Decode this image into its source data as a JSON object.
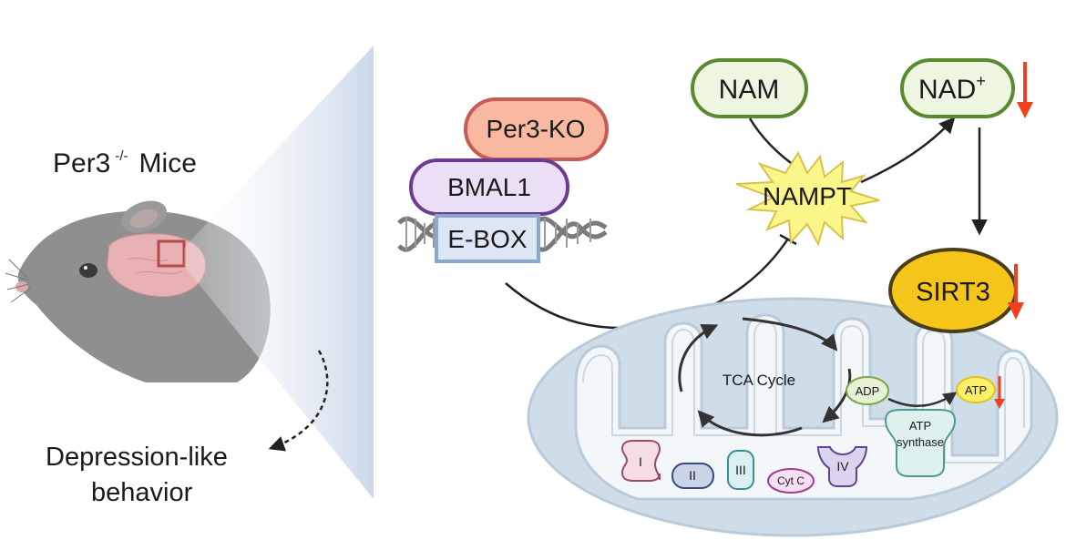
{
  "left_panel": {
    "title_prefix": "Per3",
    "title_superscript": "-/-",
    "title_suffix": "Mice",
    "outcome_line1": "Depression-like",
    "outcome_line2": "behavior"
  },
  "nucleus": {
    "knockout_label": "Per3-KO",
    "bmal_label": "BMAL1",
    "ebox_label": "E-BOX"
  },
  "metabolism": {
    "nam_label": "NAM",
    "nad_label": "NAD",
    "nad_superscript": "+",
    "nampt_label": "NAMPT",
    "sirt3_label": "SIRT3"
  },
  "mitochondrion": {
    "tca_label": "TCA Cycle",
    "adp_label": "ADP",
    "atp_label": "ATP",
    "atp_synthase_line1": "ATP",
    "atp_synthase_line2": "synthase",
    "complex_1": "I",
    "complex_2": "II",
    "complex_3": "III",
    "cyt_c": "Cyt C",
    "complex_4": "IV"
  },
  "colors": {
    "decrease_arrow": "#f0401e",
    "green_outline": "#5a8a2e",
    "nampt_fill": "#fbf68a",
    "sirt3_fill": "#f6c51a"
  }
}
